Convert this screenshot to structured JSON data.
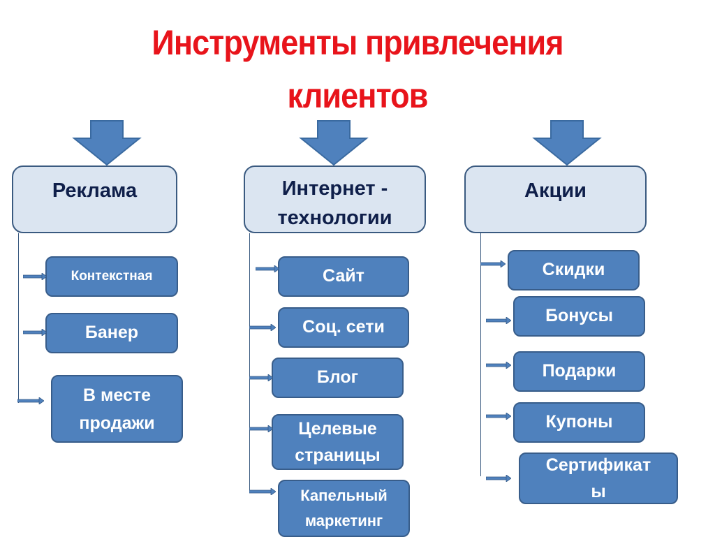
{
  "title": {
    "line1": "Инструменты привлечения",
    "line2": "клиентов"
  },
  "colors": {
    "title": "#e8141b",
    "category_fill": "#dbe5f1",
    "category_text": "#0f1f4a",
    "item_fill": "#4f81bd",
    "item_border": "#385d8a",
    "arrow": "#4f81bd"
  },
  "columns": [
    {
      "category": "Реклама",
      "items": [
        "Контекстная",
        "Банер",
        "В месте продажи"
      ]
    },
    {
      "category": "Интернет - технологии",
      "items": [
        "Сайт",
        "Соц. сети",
        "Блог",
        "Целевые страницы",
        "Капельный маркетинг"
      ]
    },
    {
      "category": "Акции",
      "items": [
        "Скидки",
        "Бонусы",
        "Подарки",
        "Купоны",
        "Сертификат ы"
      ]
    }
  ]
}
